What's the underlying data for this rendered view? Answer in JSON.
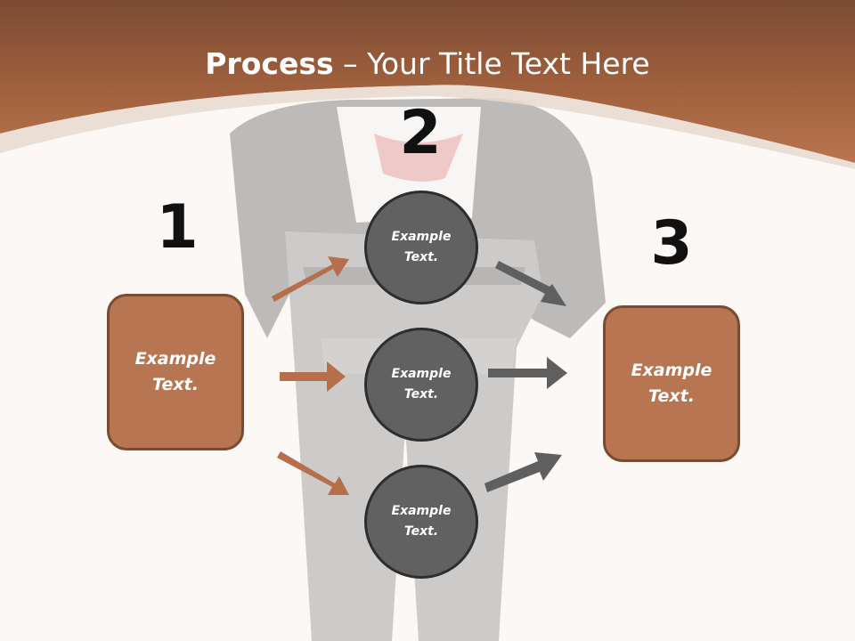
{
  "slide": {
    "title_bold": "Process",
    "title_rest": " – Your Title Text Here"
  },
  "numbers": {
    "one": "1",
    "two": "2",
    "three": "3"
  },
  "boxes": {
    "left": "Example\nText.",
    "right": "Example\nText."
  },
  "circles": {
    "top": "Example\nText.",
    "middle": "Example\nText.",
    "bottom": "Example\nText."
  },
  "colors": {
    "header": "#b56f4b",
    "box_fill": "#b87552",
    "circle_fill": "#616161",
    "arrow_left": "#b56f4b",
    "arrow_right": "#5f5f5f"
  }
}
